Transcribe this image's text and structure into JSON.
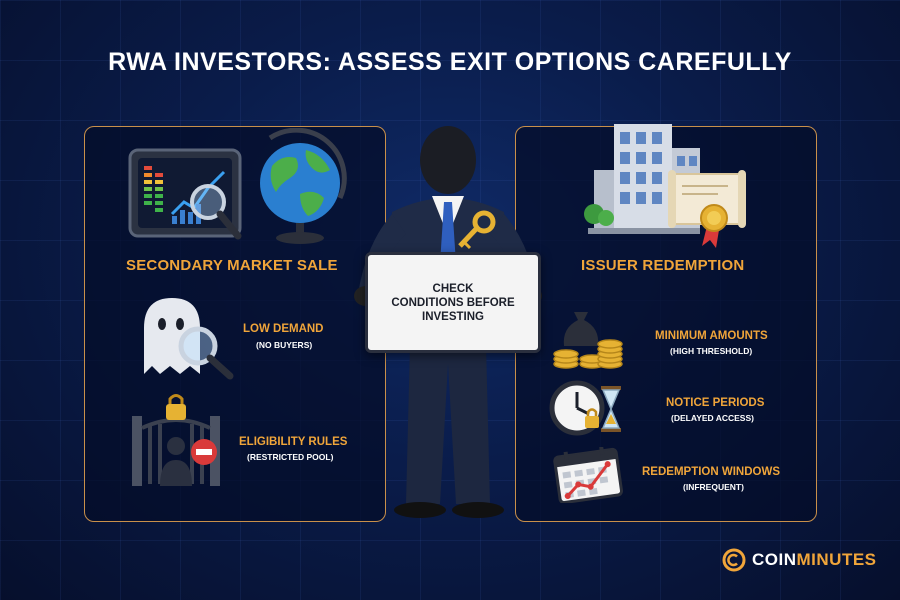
{
  "title": "RWA INVESTORS: ASSESS EXIT OPTIONS CAREFULLY",
  "left_panel": {
    "heading": "SECONDARY MARKET SALE",
    "items": [
      {
        "title": "LOW DEMAND",
        "subtitle": "(NO BUYERS)",
        "icon": "ghost-magnifier-icon"
      },
      {
        "title": "ELIGIBILITY RULES",
        "subtitle": "(RESTRICTED POOL)",
        "icon": "locked-gate-icon"
      }
    ],
    "header_icons": [
      "chart-screen-icon",
      "globe-icon"
    ]
  },
  "right_panel": {
    "heading": "ISSUER REDEMPTION",
    "items": [
      {
        "title": "MINIMUM AMOUNTS",
        "subtitle": "(HIGH THRESHOLD)",
        "icon": "coins-bag-icon"
      },
      {
        "title": "NOTICE PERIODS",
        "subtitle": "(DELAYED ACCESS)",
        "icon": "clock-hourglass-icon"
      },
      {
        "title": "REDEMPTION WINDOWS",
        "subtitle": "(INFREQUENT)",
        "icon": "calendar-icon"
      }
    ],
    "header_icons": [
      "office-building-icon",
      "certificate-icon"
    ]
  },
  "sign": {
    "lines": [
      "CHECK",
      "CONDITIONS BEFORE",
      "INVESTING"
    ]
  },
  "brand": {
    "part1": "COIN",
    "part2": "MINUTES"
  },
  "colors": {
    "accent": "#f0a53a",
    "panel_border": "#c9904a",
    "background": "#0a1c4a"
  }
}
